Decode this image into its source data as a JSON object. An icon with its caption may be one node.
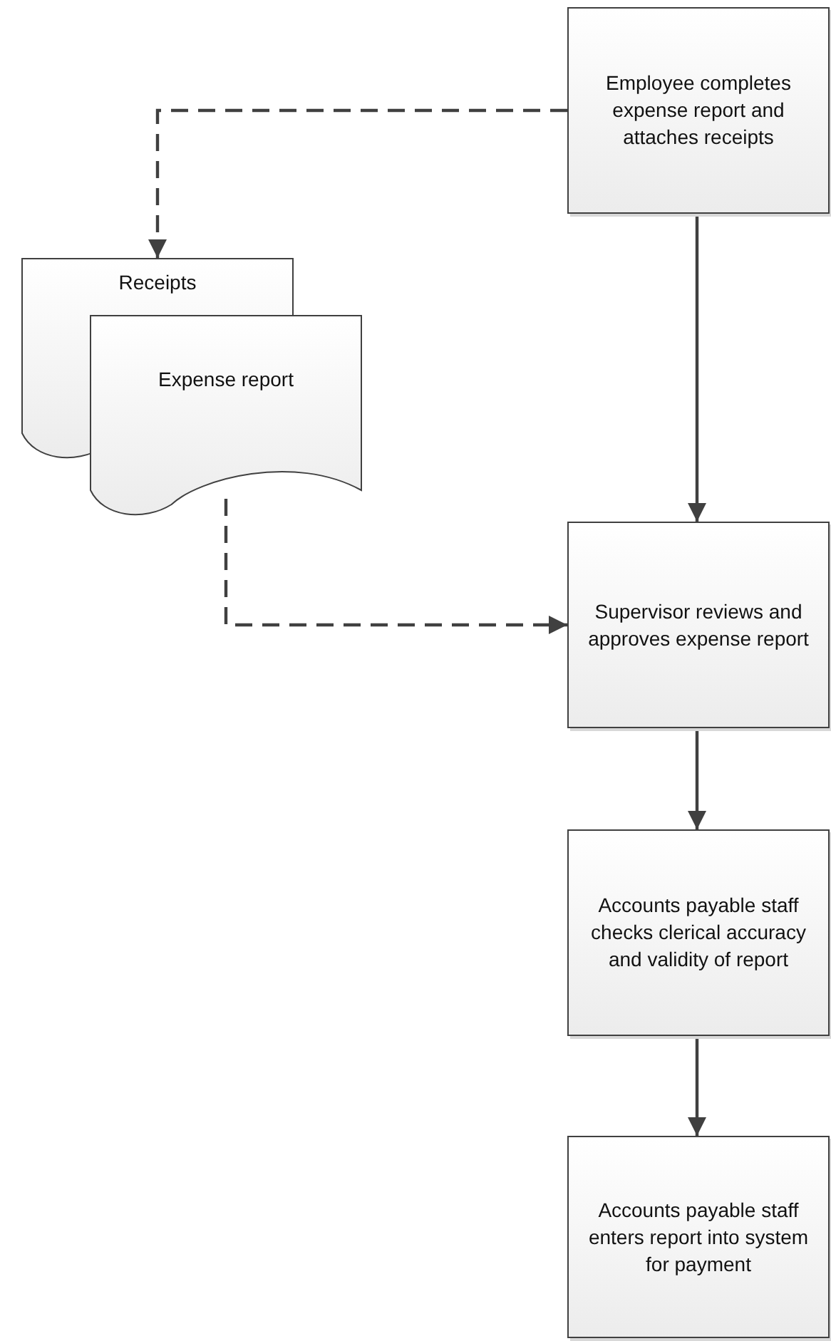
{
  "diagram": {
    "nodes": [
      {
        "text": [
          "Employee completes expense report and attaches receipts"
        ]
      },
      {
        "text": [
          "Receipts"
        ]
      },
      {
        "text": [
          "Expense report"
        ]
      },
      {
        "text": [
          "Supervisor reviews and approves expense report"
        ]
      },
      {
        "text": [
          "Accounts payable staff checks clerical accuracy and validity of report"
        ]
      },
      {
        "text": [
          "Accounts payable staff enters report into system for payment"
        ]
      }
    ],
    "edges": [
      {
        "from": 0,
        "to": 1,
        "arrow": "to",
        "style": "dashed"
      },
      {
        "from": 2,
        "to": 3,
        "arrow": "to",
        "style": "dashed"
      },
      {
        "from": 0,
        "to": 3,
        "arrow": "to"
      },
      {
        "from": 3,
        "to": 4,
        "arrow": "to"
      },
      {
        "from": 4,
        "to": 5,
        "arrow": "to"
      }
    ]
  }
}
